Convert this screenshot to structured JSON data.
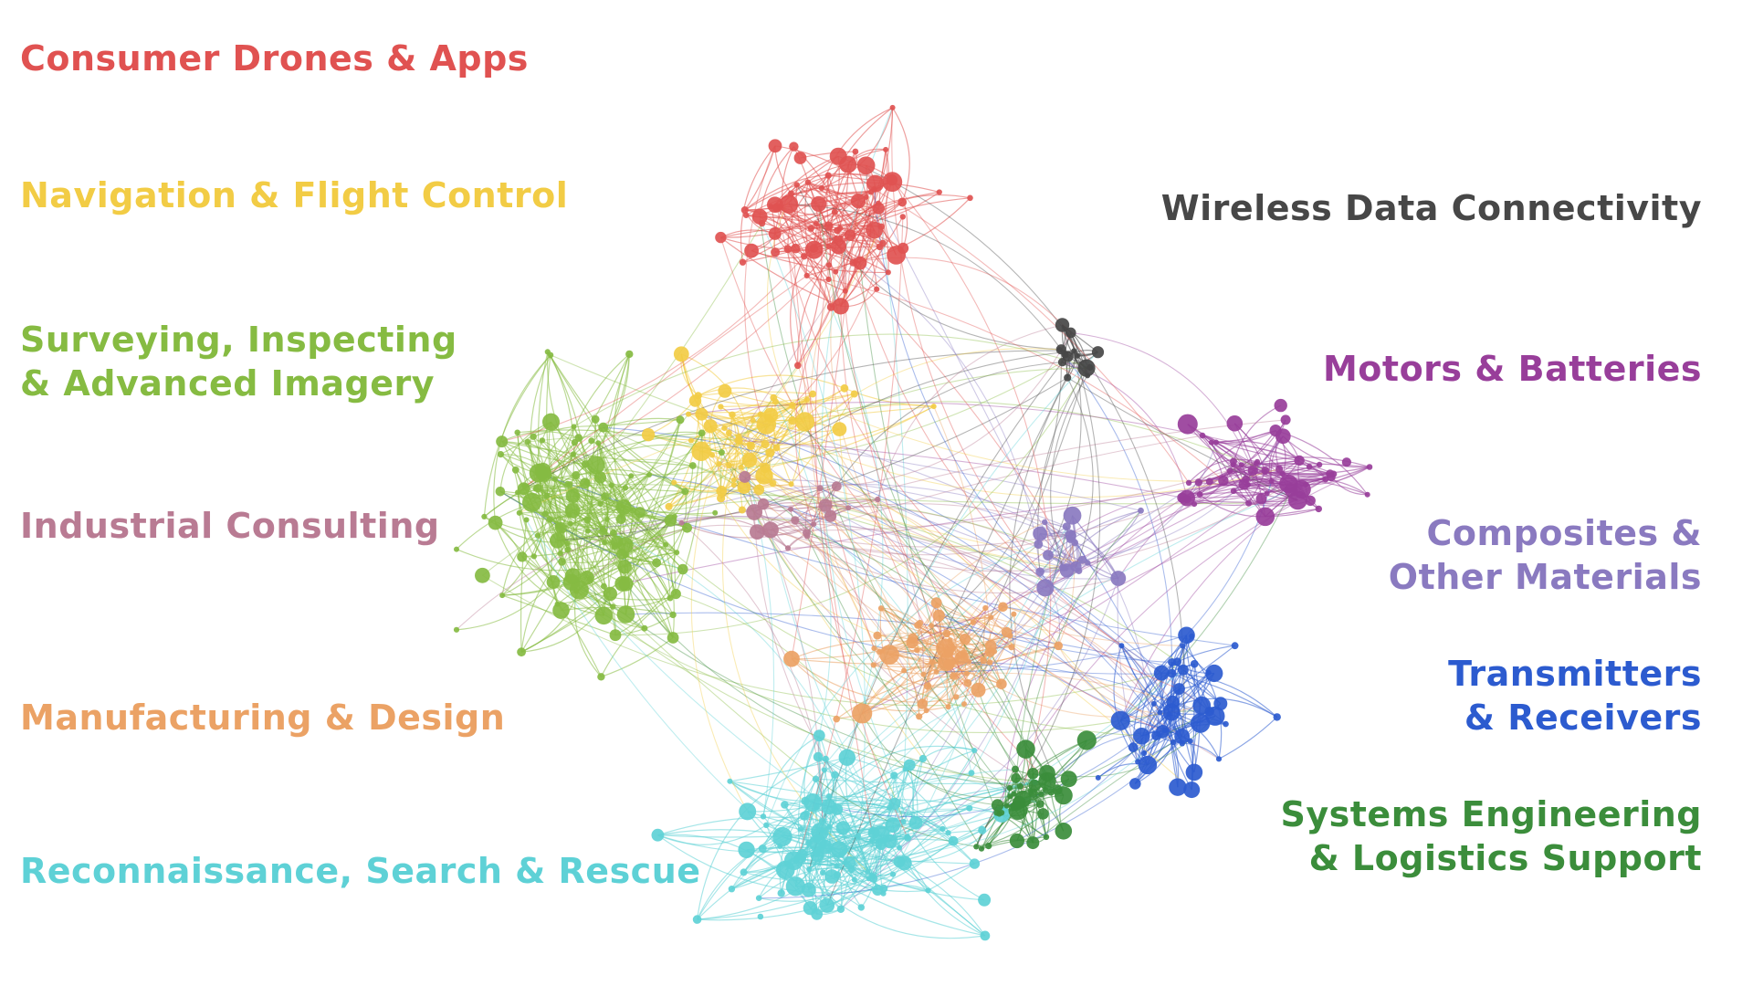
{
  "clusters": [
    {
      "id": "consumer",
      "name": "Consumer Drones & Apps",
      "lines": [
        "Consumer Drones & Apps"
      ],
      "color": "#e05251"
    },
    {
      "id": "navigation",
      "name": "Navigation & Flight Control",
      "lines": [
        "Navigation & Flight Control"
      ],
      "color": "#f2cc45"
    },
    {
      "id": "surveying",
      "name": "Surveying, Inspecting & Advanced Imagery",
      "lines": [
        "Surveying, Inspecting",
        "& Advanced Imagery"
      ],
      "color": "#86bb42"
    },
    {
      "id": "consulting",
      "name": "Industrial Consulting",
      "lines": [
        "Industrial Consulting"
      ],
      "color": "#b97b93"
    },
    {
      "id": "manufacturing",
      "name": "Manufacturing & Design",
      "lines": [
        "Manufacturing & Design"
      ],
      "color": "#eba265"
    },
    {
      "id": "recon",
      "name": "Reconnaissance, Search & Rescue",
      "lines": [
        "Reconnaissance, Search & Rescue"
      ],
      "color": "#5ed1d6"
    },
    {
      "id": "wireless",
      "name": "Wireless Data Connectivity",
      "lines": [
        "Wireless Data Connectivity"
      ],
      "color": "#474747"
    },
    {
      "id": "motors",
      "name": "Motors & Batteries",
      "lines": [
        "Motors & Batteries"
      ],
      "color": "#983e9a"
    },
    {
      "id": "composites",
      "name": "Composites & Other Materials",
      "lines": [
        "Composites &",
        "Other Materials"
      ],
      "color": "#8a7ac0"
    },
    {
      "id": "transmitters",
      "name": "Transmitters & Receivers",
      "lines": [
        "Transmitters",
        "& Receivers"
      ],
      "color": "#2c5bcf"
    },
    {
      "id": "systems",
      "name": "Systems Engineering & Logistics Support",
      "lines": [
        "Systems Engineering",
        "& Logistics Support"
      ],
      "color": "#3b8d3b"
    }
  ]
}
